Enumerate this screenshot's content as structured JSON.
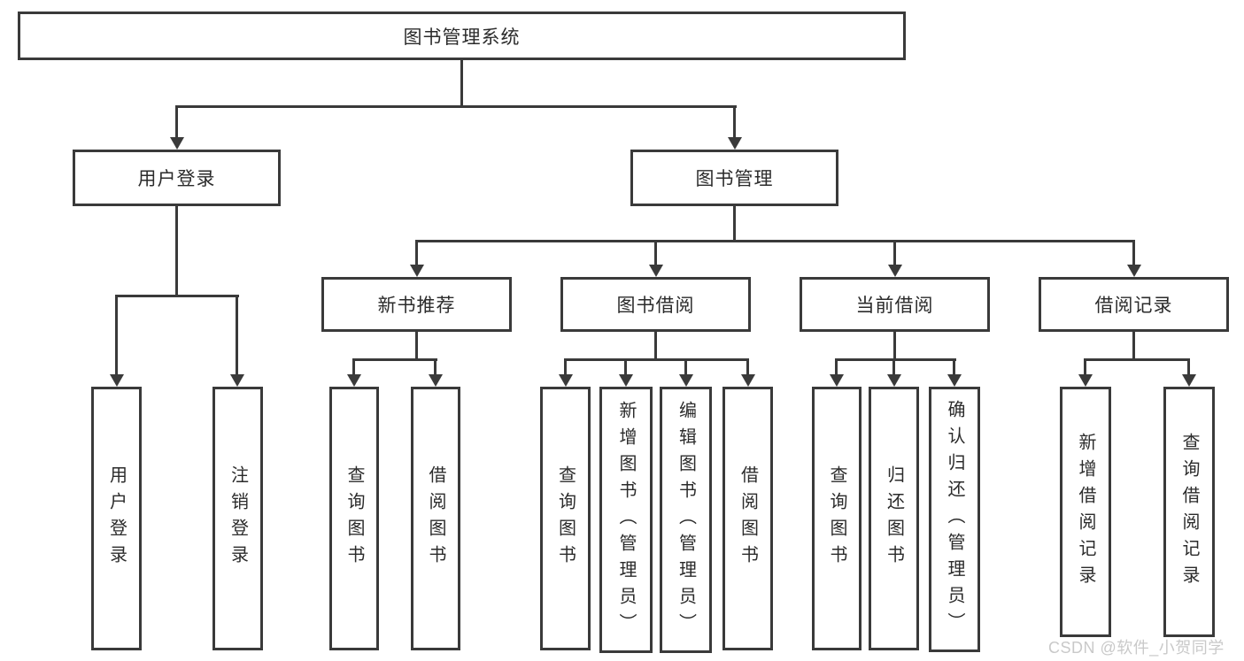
{
  "nodes": {
    "root": "图书管理系统",
    "level2": [
      "用户登录",
      "图书管理"
    ],
    "user_children": [
      "用户登录",
      "注销登录"
    ],
    "sections": [
      {
        "label": "新书推荐",
        "children": [
          "查询图书",
          "借阅图书"
        ]
      },
      {
        "label": "图书借阅",
        "children": [
          "查询图书",
          "新增图书（管理员）",
          "编辑图书（管理员）",
          "借阅图书"
        ]
      },
      {
        "label": "当前借阅",
        "children": [
          "查询图书",
          "归还图书",
          "确认归还（管理员）"
        ]
      },
      {
        "label": "借阅记录",
        "children": [
          "新增借阅记录",
          "查询借阅记录"
        ]
      }
    ]
  },
  "watermark": {
    "text": "CSDN @软件_小贺同学",
    "color": "#c9c9c9"
  },
  "colors": {
    "line": "#3a3a3a",
    "box_border": "#3a3a3a",
    "text": "#2b2b2b",
    "background": "#ffffff"
  }
}
